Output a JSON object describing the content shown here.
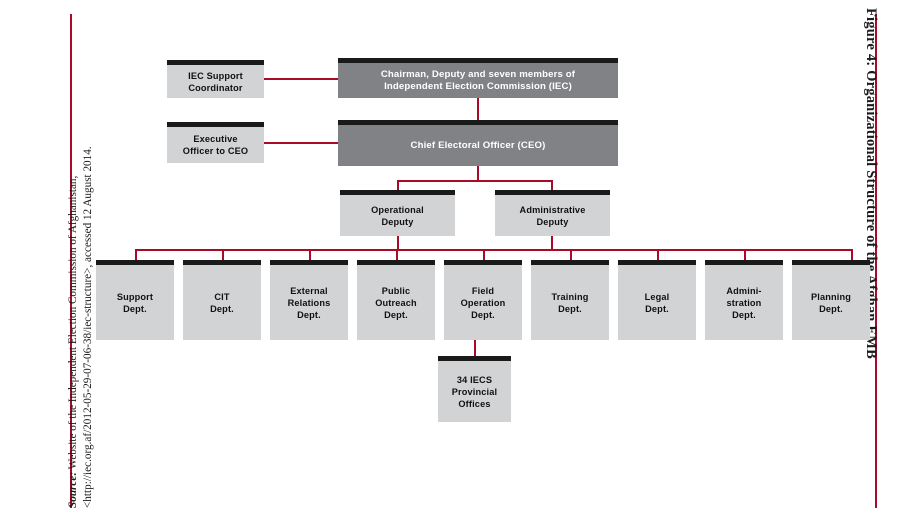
{
  "figure": {
    "caption": "Figure 4: Organizational Structure of the Afghan EMB",
    "source_label": "Source:",
    "source_text_line1": "Source: Website of the Independent Election Commission of Afghanistan,",
    "source_text_line2": "<http://iec.org.af/2012-05-29-07-06-38/iec-structure>, accessed 12 August 2014.",
    "accent_color": "#a80a28",
    "box_fill_light": "#d2d3d5",
    "box_fill_dark": "#808285",
    "box_top_bar": "#1a1a1a"
  },
  "chart_data": {
    "type": "diagram",
    "title": "Figure 4: Organizational Structure of the Afghan EMB",
    "nodes": [
      {
        "id": "iec",
        "label": "Chairman, Deputy and seven members of Independent Election Commission (IEC)",
        "level": 0,
        "style": "dark"
      },
      {
        "id": "ceo",
        "label": "Chief Electoral Officer (CEO)",
        "level": 1,
        "style": "dark"
      },
      {
        "id": "support_coord",
        "label": "IEC Support Coordinator",
        "level": 0,
        "style": "light",
        "side": "left"
      },
      {
        "id": "exec_officer",
        "label": "Executive Officer to CEO",
        "level": 1,
        "style": "light",
        "side": "left"
      },
      {
        "id": "op_dep",
        "label": "Operational Deputy",
        "level": 2,
        "style": "light"
      },
      {
        "id": "admin_dep",
        "label": "Administrative Deputy",
        "level": 2,
        "style": "light"
      },
      {
        "id": "support_dept",
        "label": "Support Dept.",
        "level": 3,
        "style": "light"
      },
      {
        "id": "cit_dept",
        "label": "CIT Dept.",
        "level": 3,
        "style": "light"
      },
      {
        "id": "external_dept",
        "label": "External Relations Dept.",
        "level": 3,
        "style": "light"
      },
      {
        "id": "public_dept",
        "label": "Public Outreach Dept.",
        "level": 3,
        "style": "light"
      },
      {
        "id": "field_dept",
        "label": "Field Operation Dept.",
        "level": 3,
        "style": "light"
      },
      {
        "id": "training_dept",
        "label": "Training Dept.",
        "level": 3,
        "style": "light"
      },
      {
        "id": "legal_dept",
        "label": "Legal Dept.",
        "level": 3,
        "style": "light"
      },
      {
        "id": "admin_dept",
        "label": "Admini- stration Dept.",
        "level": 3,
        "style": "light"
      },
      {
        "id": "planning_dept",
        "label": "Planning Dept.",
        "level": 3,
        "style": "light"
      },
      {
        "id": "provincial",
        "label": "34 IECS Provincial Offices",
        "level": 4,
        "style": "light"
      }
    ],
    "edges": [
      {
        "from": "support_coord",
        "to": "iec"
      },
      {
        "from": "exec_officer",
        "to": "ceo"
      },
      {
        "from": "iec",
        "to": "ceo"
      },
      {
        "from": "ceo",
        "to": "op_dep"
      },
      {
        "from": "ceo",
        "to": "admin_dep"
      },
      {
        "from": "op_dep",
        "to": "departments_bus"
      },
      {
        "from": "admin_dep",
        "to": "departments_bus"
      },
      {
        "from": "field_dept",
        "to": "provincial"
      }
    ]
  },
  "nodes": {
    "iec": {
      "line1": "Chairman, Deputy and seven members of",
      "line2": "Independent Election Commission (IEC)"
    },
    "ceo": {
      "line1": "Chief Electoral Officer (CEO)"
    },
    "support_coord": {
      "line1": "IEC Support",
      "line2": "Coordinator"
    },
    "exec_officer": {
      "line1": "Executive",
      "line2": "Officer to CEO"
    },
    "op_dep": {
      "line1": "Operational",
      "line2": "Deputy"
    },
    "admin_dep": {
      "line1": "Administrative",
      "line2": "Deputy"
    },
    "provincial": {
      "line1": "34 IECS",
      "line2": "Provincial",
      "line3": "Offices"
    }
  },
  "departments": [
    {
      "id": "support_dept",
      "line1": "Support",
      "line2": "Dept.",
      "line3": ""
    },
    {
      "id": "cit_dept",
      "line1": "CIT",
      "line2": "Dept.",
      "line3": ""
    },
    {
      "id": "external_dept",
      "line1": "External",
      "line2": "Relations",
      "line3": "Dept."
    },
    {
      "id": "public_dept",
      "line1": "Public",
      "line2": "Outreach",
      "line3": "Dept."
    },
    {
      "id": "field_dept",
      "line1": "Field",
      "line2": "Operation",
      "line3": "Dept."
    },
    {
      "id": "training_dept",
      "line1": "Training",
      "line2": "Dept.",
      "line3": ""
    },
    {
      "id": "legal_dept",
      "line1": "Legal",
      "line2": "Dept.",
      "line3": ""
    },
    {
      "id": "admin_dept",
      "line1": "Admini-",
      "line2": "stration",
      "line3": "Dept."
    },
    {
      "id": "planning_dept",
      "line1": "Planning",
      "line2": "Dept.",
      "line3": ""
    }
  ]
}
